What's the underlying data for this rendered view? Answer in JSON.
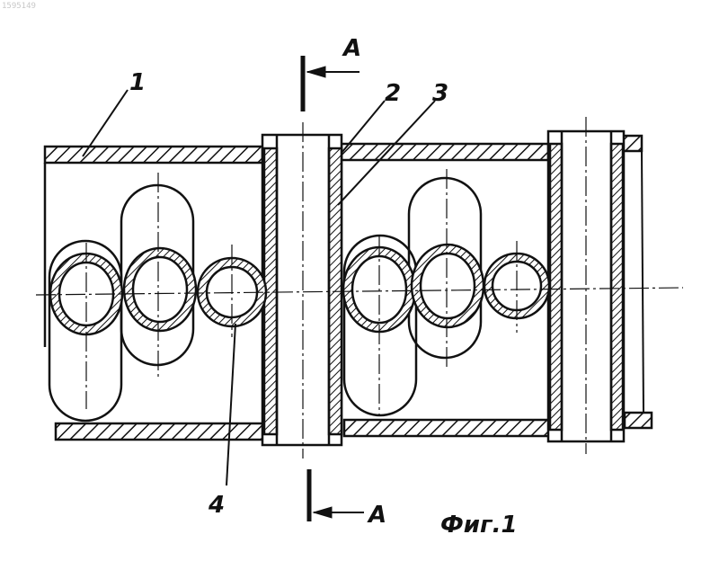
{
  "header": {
    "doc_number": "1595149"
  },
  "callouts": {
    "shell": "1",
    "tube_wall": "2",
    "liner": "3",
    "oval_tube": "4"
  },
  "section": {
    "top_letter": "A",
    "bottom_letter": "A"
  },
  "caption": "Фиг.1",
  "colors": {
    "ink": "#111111",
    "hatch": "#111111",
    "background": "#ffffff"
  }
}
